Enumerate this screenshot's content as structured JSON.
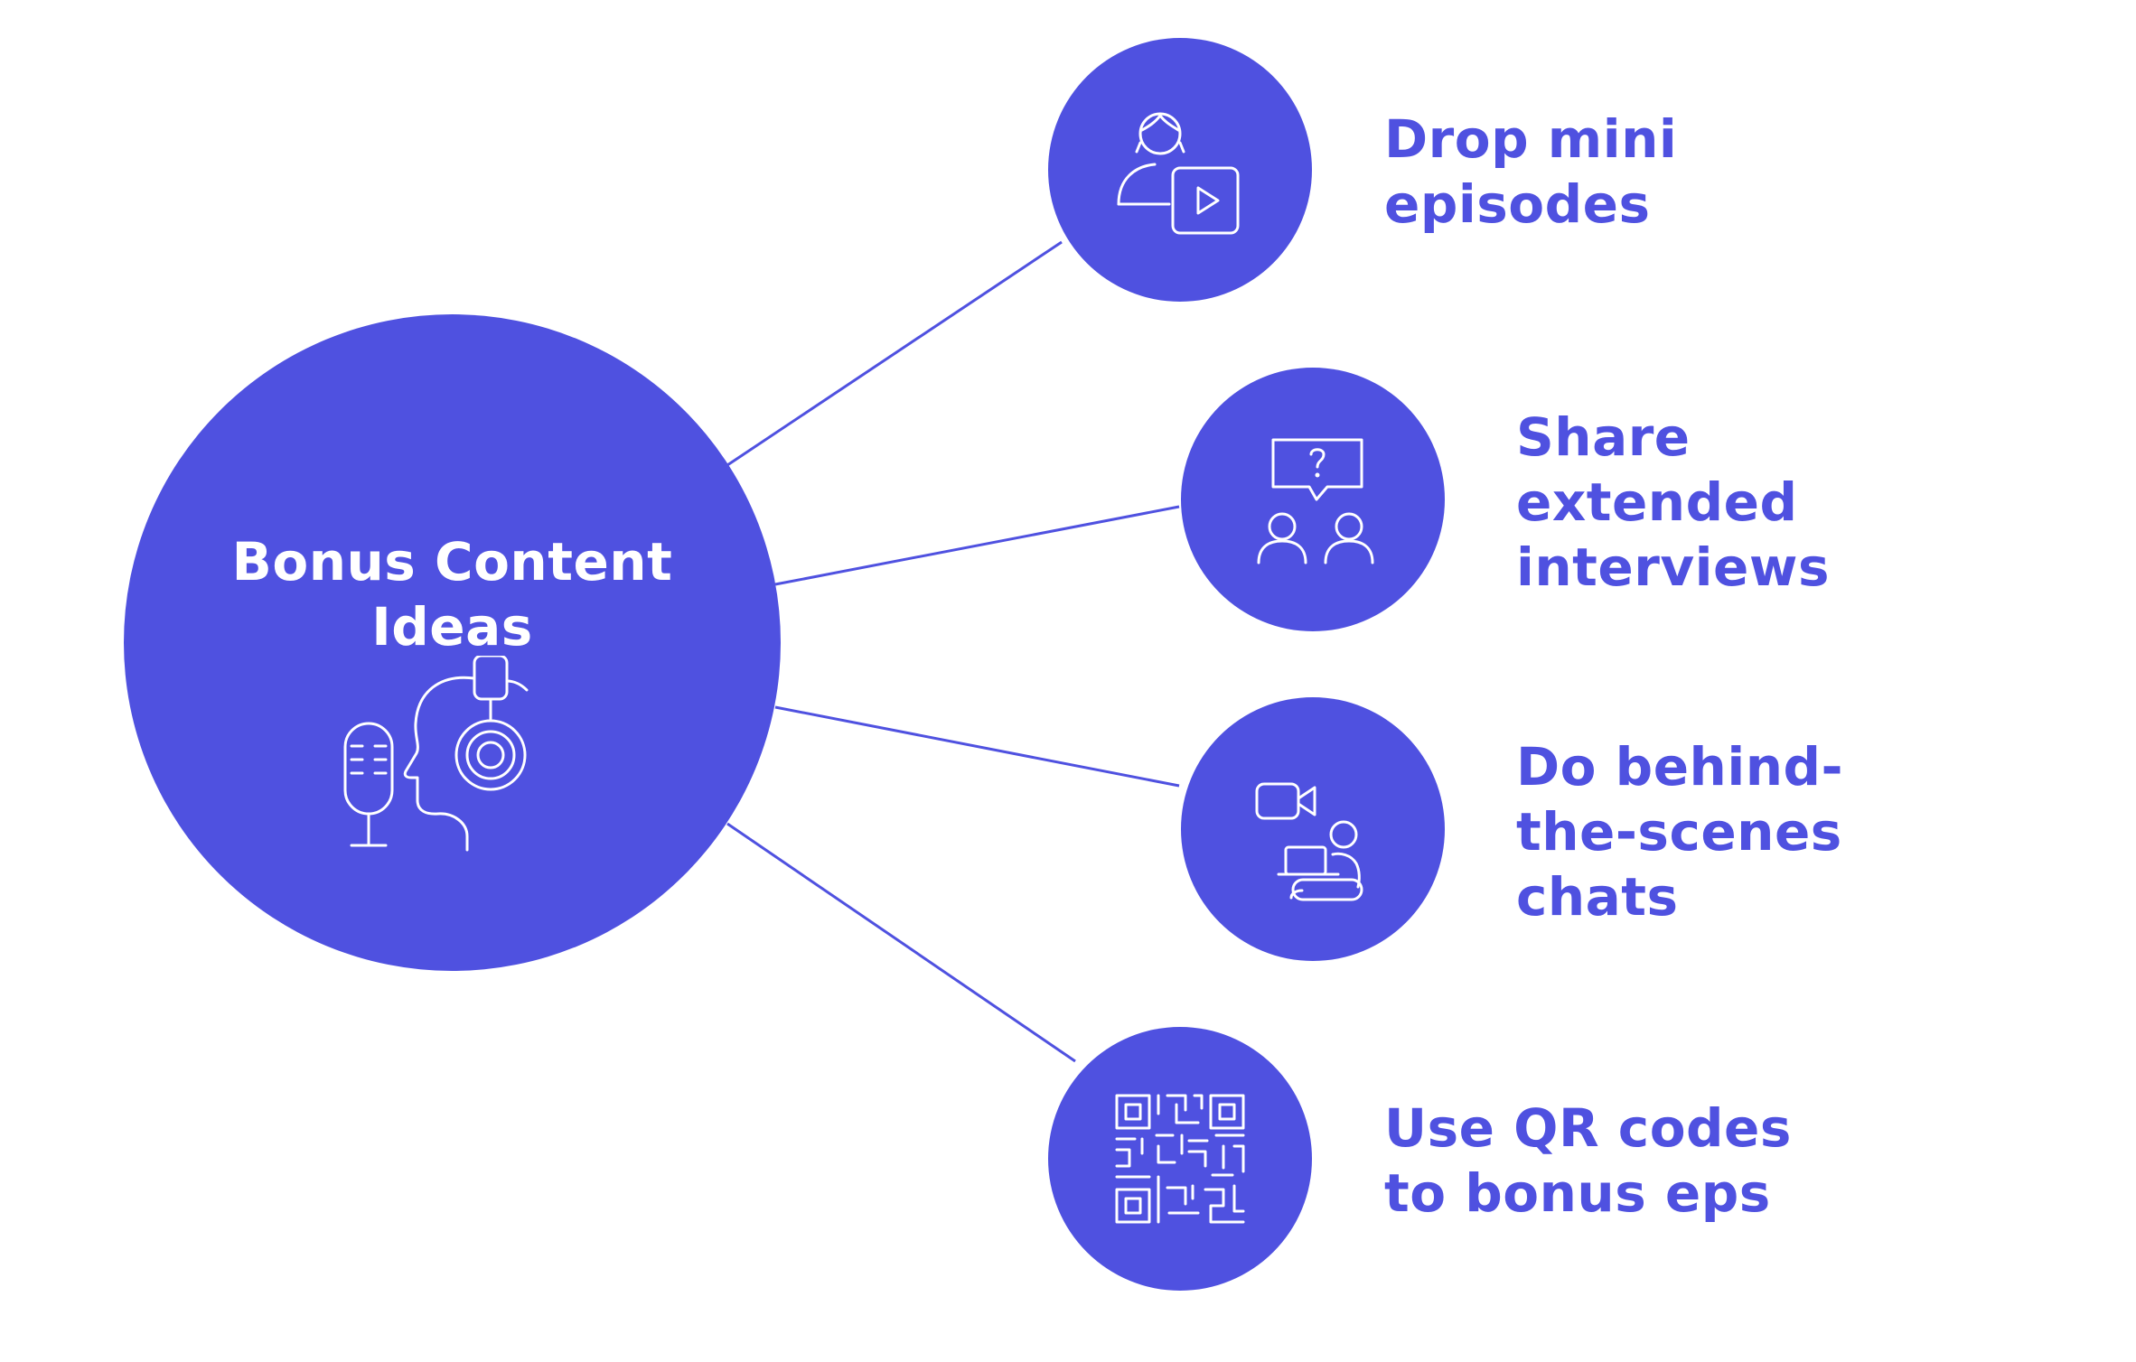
{
  "hub": {
    "title": "Bonus Content\nIdeas",
    "icon": "podcast-mic-headphones-icon"
  },
  "ideas": [
    {
      "label": "Drop mini\nepisodes",
      "icon": "person-video-play-icon"
    },
    {
      "label": "Share\nextended\ninterviews",
      "icon": "interview-question-icon"
    },
    {
      "label": "Do behind-\nthe-scenes\nchats",
      "icon": "video-call-laptop-icon"
    },
    {
      "label": "Use QR codes\nto bonus eps",
      "icon": "qr-code-icon"
    }
  ],
  "colors": {
    "accent": "#4f51e0",
    "background": "#ffffff",
    "icon_stroke": "#ffffff"
  }
}
